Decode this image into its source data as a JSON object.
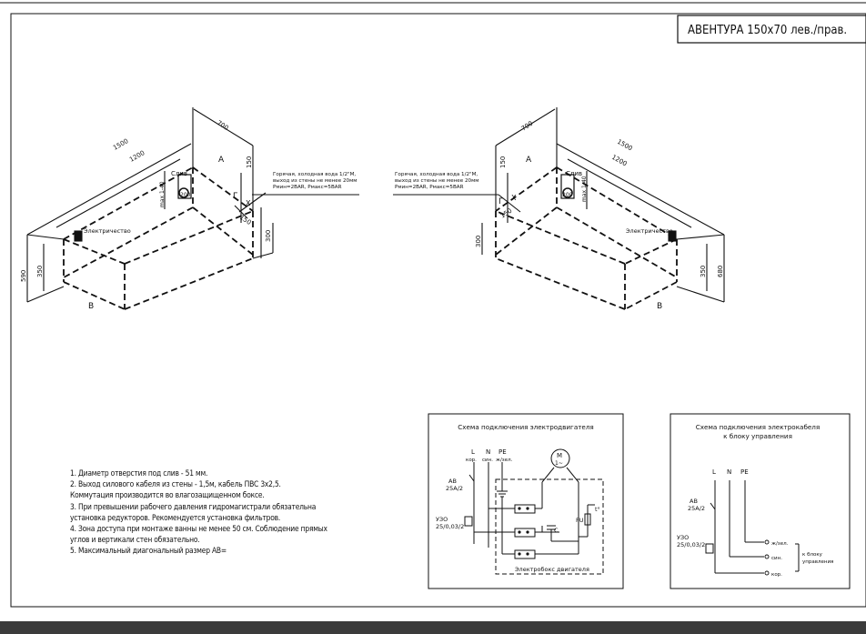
{
  "title_box": {
    "text": "АВЕНТУРА 150x70 лев./прав."
  },
  "left_view": {
    "dim_length": "1500",
    "dim_inner": "1200",
    "dim_width": "700",
    "dim_top": "150",
    "dim_side": "150",
    "dim_height_r": "300",
    "dim_height_l": "590",
    "dim_height_inner": "350",
    "label_max": "max 1-40",
    "label_200": "200",
    "label_drain": "Слив",
    "label_electric": "Электричество",
    "label_a": "А",
    "label_b": "В",
    "label_g": "Г",
    "label_x": "Х",
    "note_lines": [
      "Горячая, холодная вода 1/2\"М,",
      "выход из стены не менее 20мм",
      "Pмин=2BAR, Pмакс=5BAR"
    ]
  },
  "right_view": {
    "dim_length": "1500",
    "dim_inner": "1200",
    "dim_width": "700",
    "dim_top": "150",
    "dim_side": "150",
    "dim_height_l": "300",
    "dim_height_r": "680",
    "dim_height_inner": "350",
    "label_max": "max 1-40",
    "label_200": "200",
    "label_drain": "Слив",
    "label_electric": "Электричество",
    "label_a": "А",
    "label_b": "В",
    "label_g": "Г",
    "label_x": "Х",
    "note_lines": [
      "Горячая, холодная вода 1/2\"М,",
      "выход из стены не менее 20мм",
      "Pмин=2BAR, Pмакс=5BAR"
    ]
  },
  "notes": [
    "1. Диаметр отверстия под слив  - 51 мм.",
    "2. Выход силового кабеля из стены - 1,5м, кабель ПВС 3х2,5.",
    "   Коммутация производится во влагозащищенном боксе.",
    "3. При превышении рабочего давления гидромагистрали обязательна",
    "   установка редукторов. Рекомендуется установка фильтров.",
    "4. Зона доступа при монтаже ванны не менее 50 см. Соблюдение прямых",
    "   углов и вертикали стен обязательно.",
    "5. Максимальный диагональный размер АВ="
  ],
  "motor_scheme": {
    "title": "Схема подключения электродвигателя",
    "l": "L",
    "n": "N",
    "pe": "PE",
    "l_sub": "кор.",
    "n_sub": "син.",
    "pe_sub": "ж/зел.",
    "ab": "АВ",
    "ab_val": "25A/2",
    "uzo": "УЗО",
    "uzo_val": "25/0,03/2",
    "motor_m": "М",
    "motor_sym": "1~",
    "cap": "С",
    "fu": "FU",
    "t": "t°",
    "box_label": "Электробокс двигателя"
  },
  "cable_scheme": {
    "title_1": "Схема подключения электрокабеля",
    "title_2": "к блоку управления",
    "l": "L",
    "n": "N",
    "pe": "PE",
    "ab": "АВ",
    "ab_val": "25A/2",
    "uzo": "УЗО",
    "uzo_val": "25/0,03/2",
    "wire_1": "ж/зел.",
    "wire_2": "син.",
    "wire_3": "кор.",
    "to_unit_1": "к блоку",
    "to_unit_2": "управления"
  }
}
